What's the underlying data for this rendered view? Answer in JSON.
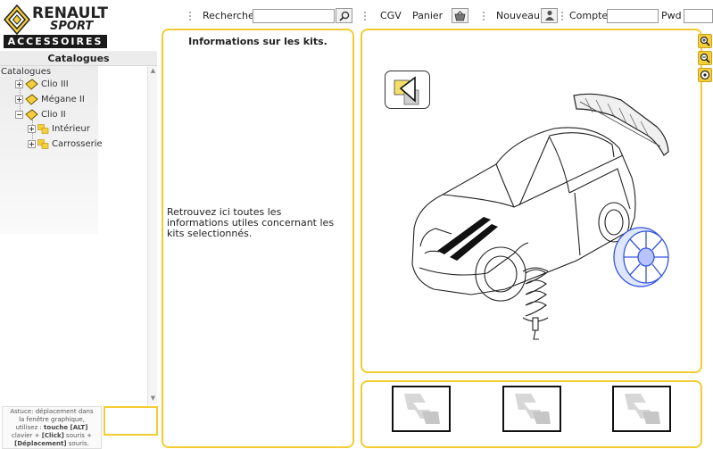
{
  "brand": {
    "name": "RENAULT",
    "sub": "SPORT",
    "tagline": "ACCESSOIRES",
    "colors": {
      "yellow": "#f5cf3a",
      "dark": "#1a1a1a"
    }
  },
  "topbar": {
    "search_label": "Recherche",
    "search_value": "",
    "search_icon": "magnifier-icon",
    "cgv_label": "CGV",
    "cart_label": "Panier",
    "cart_icon": "basket-icon",
    "new_label": "Nouveau",
    "new_icon": "new-account-icon",
    "account_label": "Compte",
    "account_value": "",
    "pwd_label": "Pwd",
    "pwd_value": ""
  },
  "sidebar": {
    "header": "Catalogues",
    "tree_root": "Catalogues",
    "items": [
      {
        "label": "Clio III",
        "expanded": false,
        "icon": "catalog-book-icon"
      },
      {
        "label": "Mégane II",
        "expanded": false,
        "icon": "catalog-book-icon"
      },
      {
        "label": "Clio II",
        "expanded": true,
        "icon": "catalog-book-icon",
        "children": [
          {
            "label": "Intérieur",
            "icon": "folder-icon"
          },
          {
            "label": "Carrosserie",
            "icon": "folder-icon"
          }
        ]
      }
    ],
    "hint": {
      "line1": "Astuce: déplacement dans",
      "line2": "la fenêtre graphique,",
      "line3": "utilisez : ",
      "key1": "touche [ALT]",
      "line4": "clavier + ",
      "key2": "[Click]",
      "line5": " souris +",
      "key3": "[Déplacement]",
      "line6": " souris."
    }
  },
  "info_panel": {
    "title": "Informations sur les kits.",
    "text": "Retrouvez ici toutes les informations utiles concernant les kits selectionnés."
  },
  "viewer": {
    "back_icon": "back-arrow-icon",
    "zoom_in_icon": "zoom-in-icon",
    "zoom_out_icon": "zoom-out-icon",
    "zoom_reset_icon": "zoom-reset-icon",
    "parts": [
      "rear-spoiler",
      "hood-stripes",
      "alloy-wheel",
      "suspension-spring"
    ],
    "highlight_color": "#3355dd"
  },
  "thumbnails": [
    {
      "icon": "renault-placeholder-icon"
    },
    {
      "icon": "renault-placeholder-icon"
    },
    {
      "icon": "renault-placeholder-icon"
    }
  ]
}
